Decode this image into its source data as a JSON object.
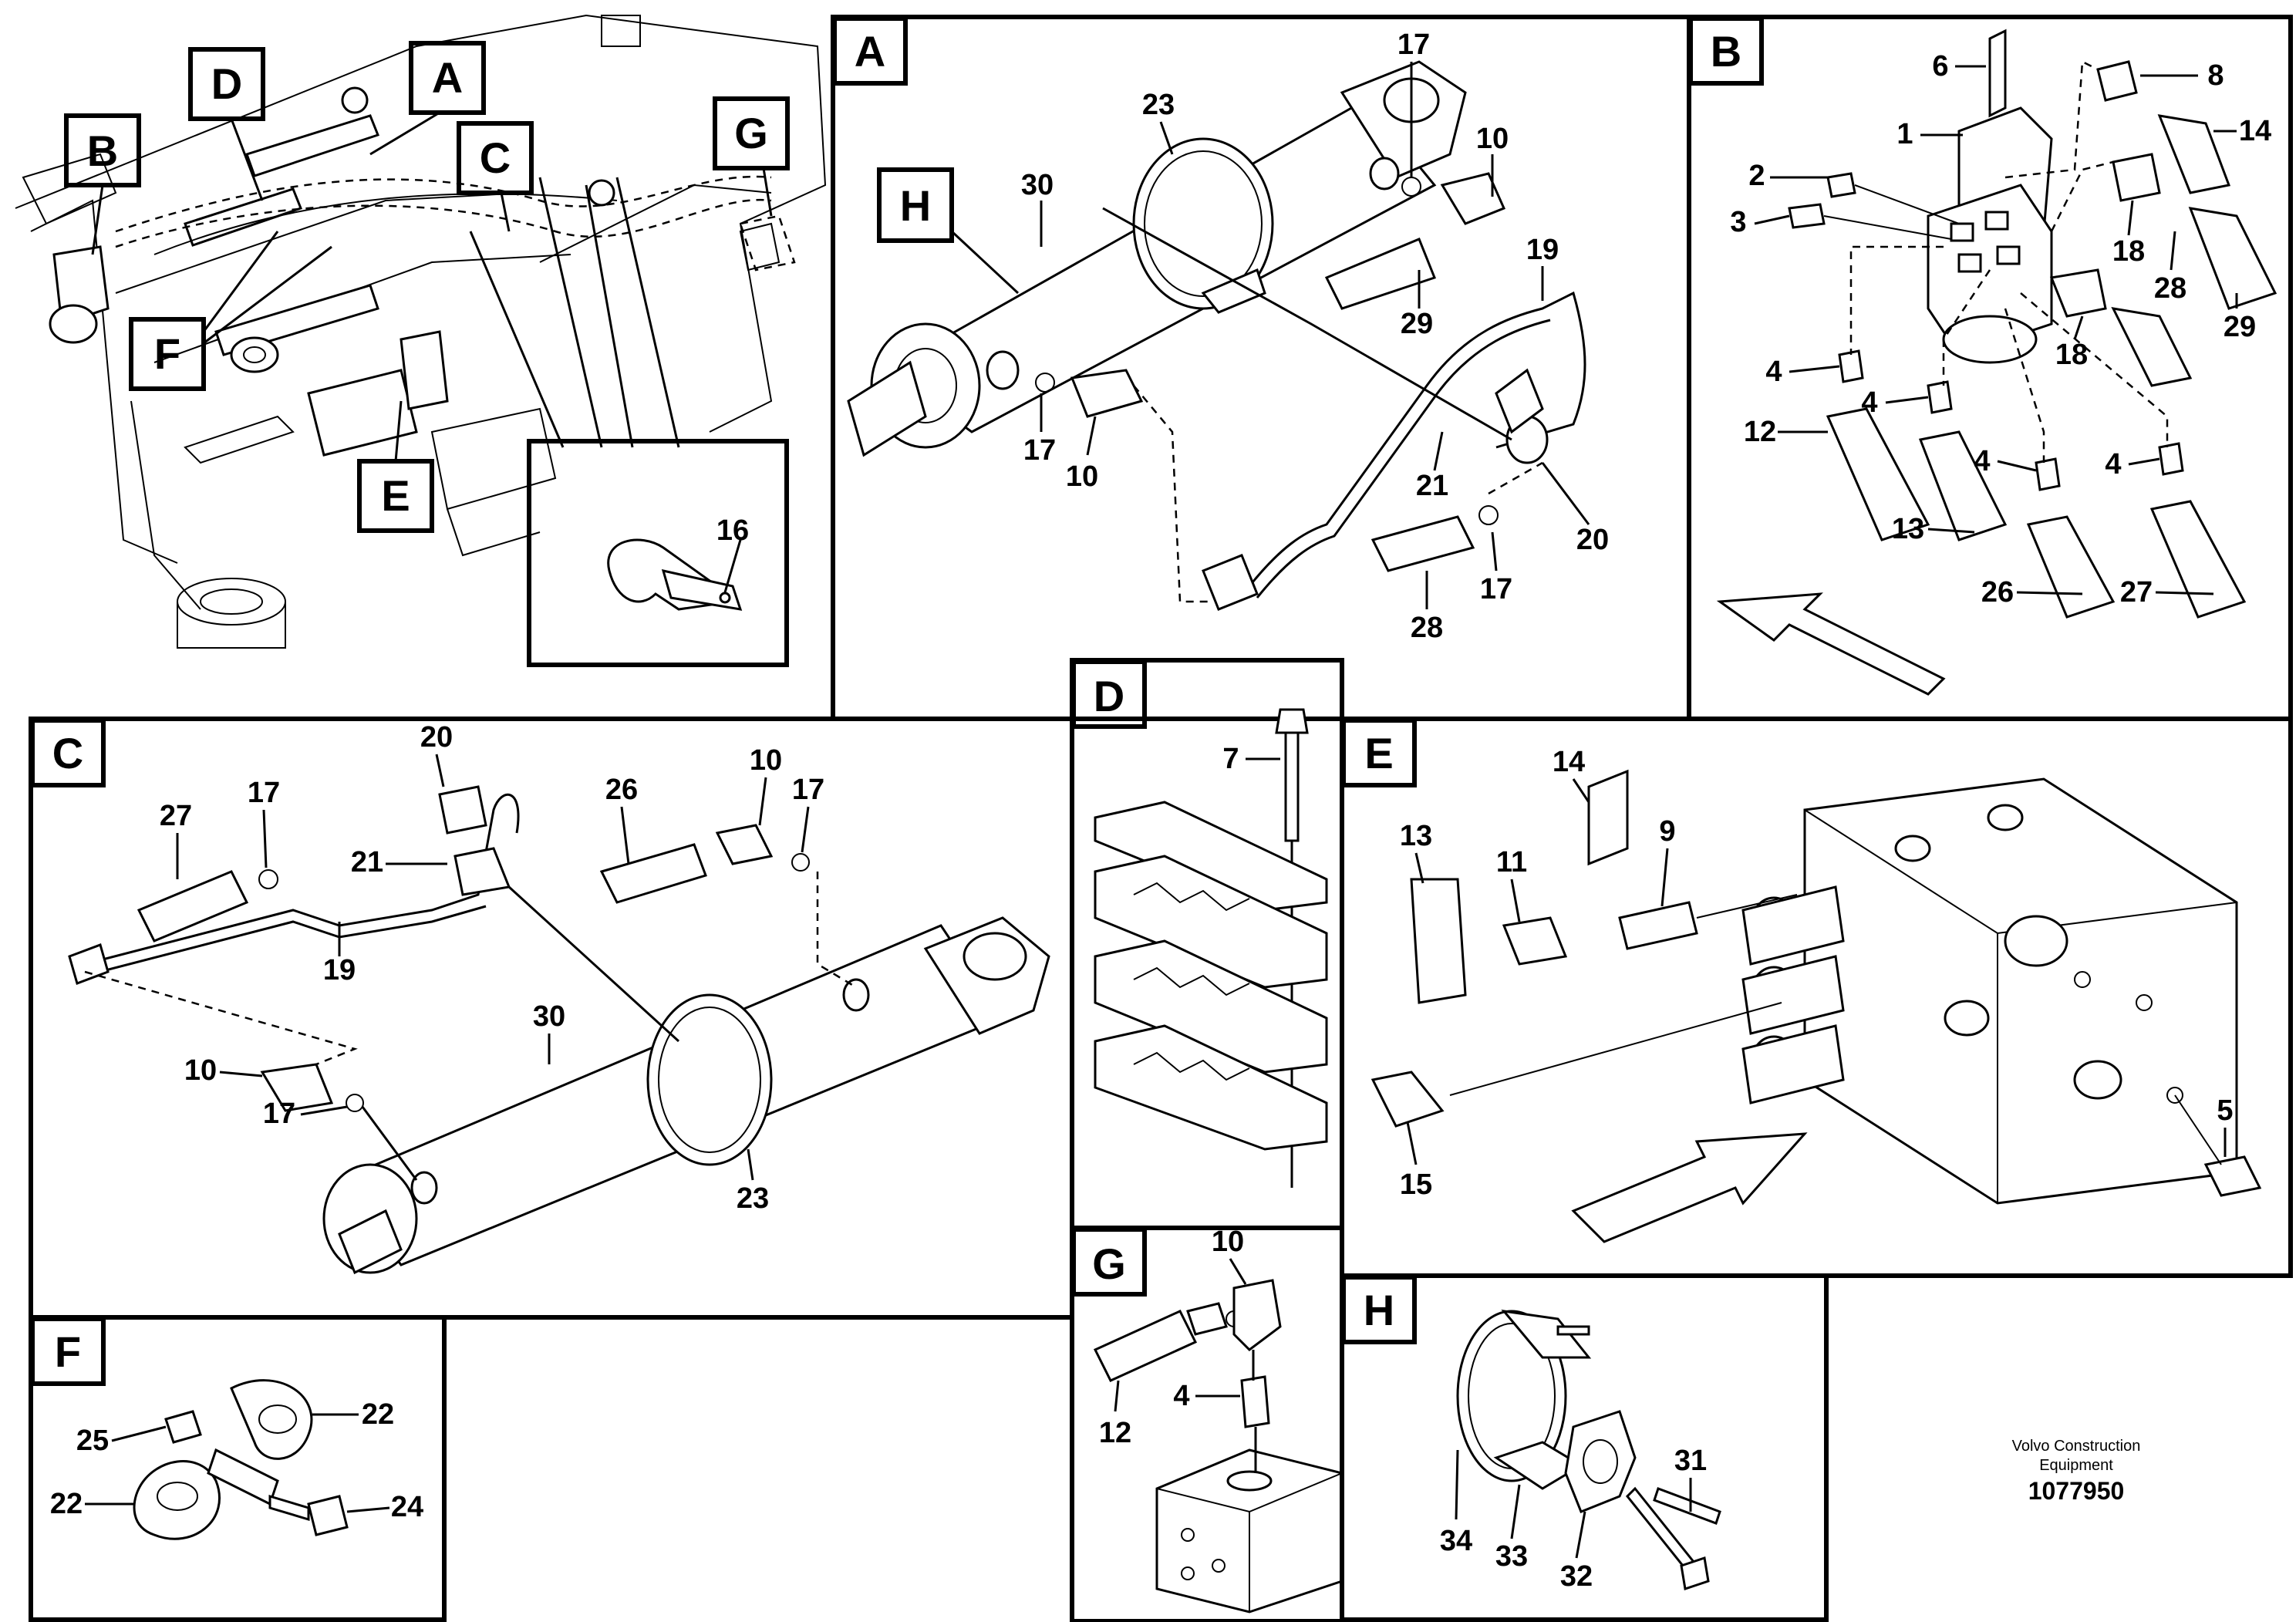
{
  "panels": {
    "overview_tags": [
      "B",
      "D",
      "A",
      "C",
      "G",
      "F",
      "E"
    ],
    "A": {
      "letter": "A",
      "sub_tag": "H",
      "labels": [
        "23",
        "17",
        "10",
        "30",
        "29",
        "19",
        "17",
        "10",
        "21",
        "20",
        "28",
        "17"
      ]
    },
    "B": {
      "letter": "B",
      "labels": [
        "6",
        "8",
        "1",
        "14",
        "2",
        "3",
        "18",
        "28",
        "29",
        "18",
        "4",
        "4",
        "12",
        "4",
        "4",
        "13",
        "26",
        "27"
      ]
    },
    "C": {
      "letter": "C",
      "labels": [
        "20",
        "27",
        "17",
        "21",
        "19",
        "26",
        "10",
        "17",
        "30",
        "10",
        "17",
        "23"
      ]
    },
    "D": {
      "letter": "D",
      "labels": [
        "7"
      ]
    },
    "E": {
      "letter": "E",
      "labels": [
        "14",
        "13",
        "11",
        "9",
        "15",
        "5"
      ]
    },
    "F": {
      "letter": "F",
      "labels": [
        "22",
        "25",
        "22",
        "24"
      ]
    },
    "G": {
      "letter": "G",
      "labels": [
        "10",
        "4",
        "12"
      ]
    },
    "H": {
      "letter": "H",
      "labels": [
        "31",
        "34",
        "33",
        "32"
      ]
    },
    "inset": {
      "labels": [
        "16"
      ]
    }
  },
  "footer": {
    "company_line1": "Volvo Construction",
    "company_line2": "Equipment",
    "drawing_number": "1077950"
  }
}
